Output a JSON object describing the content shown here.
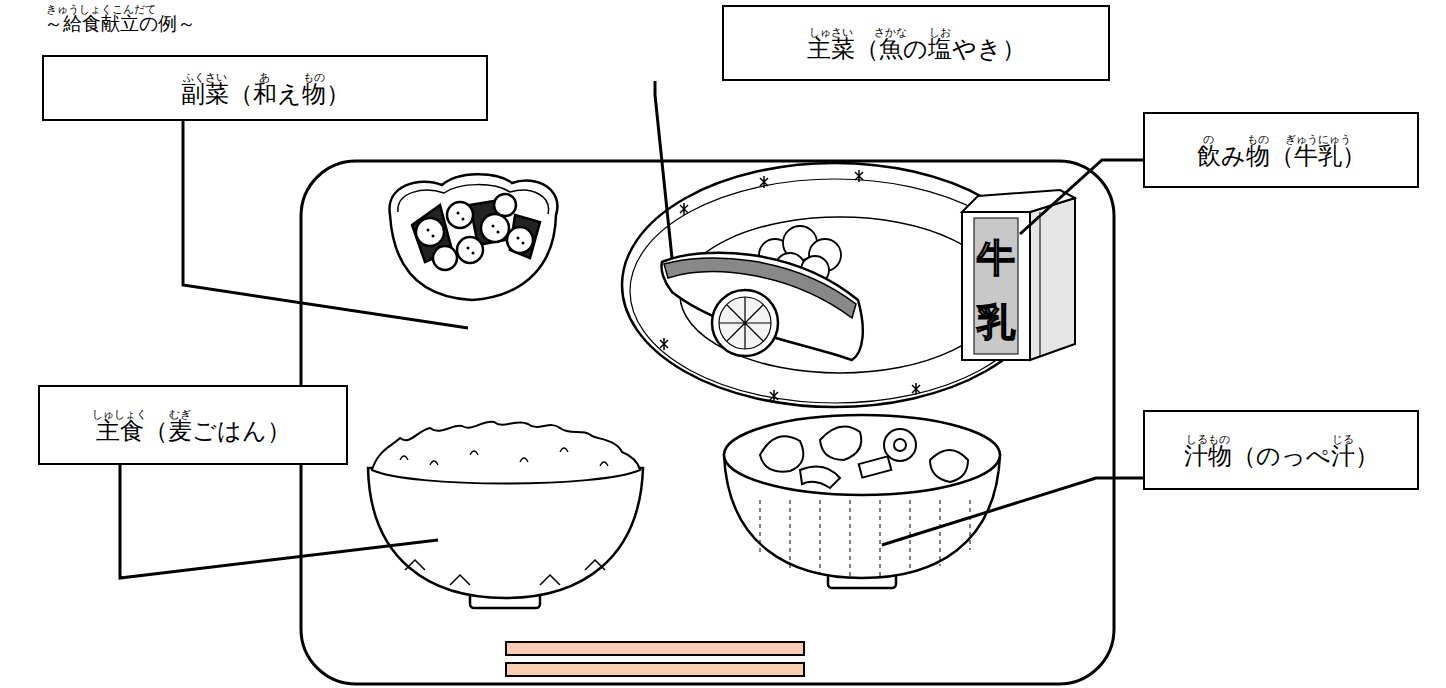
{
  "diagram": {
    "title": "～給食献立の例～",
    "nodes": [
      {
        "text": [
          "副菜（和え物）"
        ]
      },
      {
        "text": [
          "主菜（魚の塩やき）"
        ]
      },
      {
        "text": [
          "飲み物（牛乳）"
        ]
      },
      {
        "text": [
          "主食（麦ごはん）"
        ]
      },
      {
        "text": [
          "汁物（のっぺ汁）"
        ]
      }
    ],
    "labels": [
      "きゅうしょくこんだて",
      "ふくさい",
      "あ",
      "もの",
      "しゅさい",
      "さかな",
      "しお",
      "の",
      "もの",
      "ぎゅうにゅう",
      "しゅしょく",
      "むぎ",
      "しるもの",
      "じる",
      "牛",
      "乳"
    ]
  }
}
